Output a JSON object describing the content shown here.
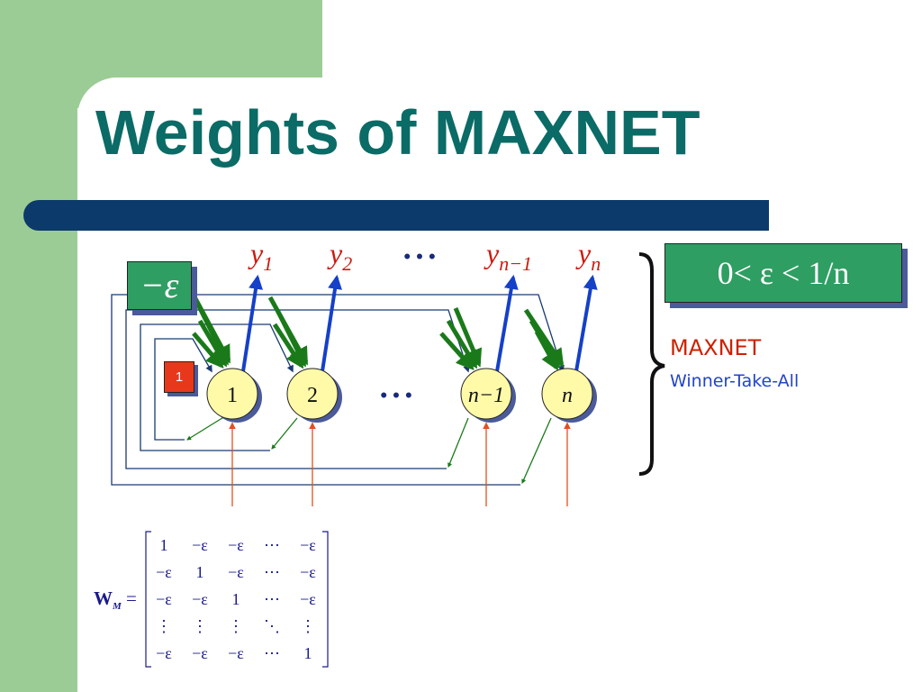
{
  "slide": {
    "title": "Weights of MAXNET"
  },
  "labels": {
    "neg_eps": "−ε",
    "condition": "0< ε < 1/n",
    "self_weight": "1",
    "maxnet": "MAXNET",
    "wta": "Winner-Take-All"
  },
  "nodes": [
    {
      "label": "1"
    },
    {
      "label": "2"
    },
    {
      "label": "n−1"
    },
    {
      "label": "n"
    }
  ],
  "outputs": [
    {
      "base": "y",
      "sub": "1"
    },
    {
      "base": "y",
      "sub": "2"
    },
    {
      "base": "y",
      "sub": "n−1"
    },
    {
      "base": "y",
      "sub": "n"
    }
  ],
  "ellipsis": "• • •",
  "matrix": {
    "name": "W",
    "sub": "M",
    "equals": "=",
    "rows": [
      [
        "1",
        "−ε",
        "−ε",
        "⋯",
        "−ε"
      ],
      [
        "−ε",
        "1",
        "−ε",
        "⋯",
        "−ε"
      ],
      [
        "−ε",
        "−ε",
        "1",
        "⋯",
        "−ε"
      ],
      [
        "⋮",
        "⋮",
        "⋮",
        "⋱",
        "⋮"
      ],
      [
        "−ε",
        "−ε",
        "−ε",
        "⋯",
        "1"
      ]
    ]
  },
  "colors": {
    "green_bg": "#9ccc95",
    "title": "#0b6b66",
    "bar": "#0c3a6b",
    "box_green": "#2f9e63",
    "box_red": "#e8381b",
    "node_fill": "#fffaa8",
    "arrow_green": "#1a7a1a",
    "arrow_blue": "#1540c8",
    "input_red": "#e05020",
    "loop_blue": "#1a3a70",
    "matrix_text": "#1a1a8c"
  }
}
